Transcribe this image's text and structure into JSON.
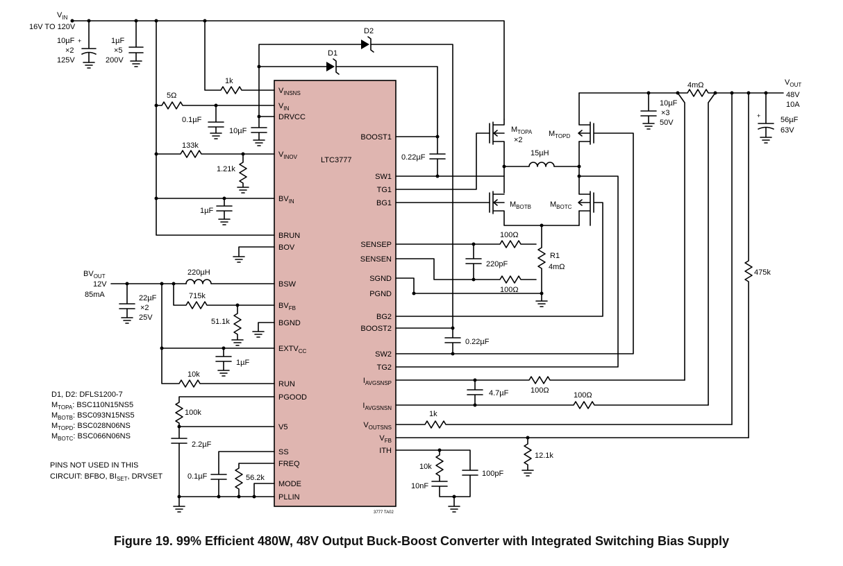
{
  "chip": {
    "name": "LTC3777",
    "fill": "#dfb5b0",
    "code": "3777 TA02"
  },
  "caption": "Figure 19. 99% Efficient 480W, 48V Output Buck-Boost Converter with Integrated Switching Bias Supply",
  "left_pins": [
    {
      "id": "vinsns",
      "main": "V",
      "sub": "INSNS"
    },
    {
      "id": "vin",
      "main": "V",
      "sub": "IN"
    },
    {
      "id": "drvcc",
      "main": "DRVCC",
      "sub": ""
    },
    {
      "id": "vinov",
      "main": "V",
      "sub": "INOV"
    },
    {
      "id": "bvin",
      "main": "BV",
      "sub": "IN"
    },
    {
      "id": "brun",
      "main": "BRUN",
      "sub": ""
    },
    {
      "id": "bov",
      "main": "BOV",
      "sub": ""
    },
    {
      "id": "bsw",
      "main": "BSW",
      "sub": ""
    },
    {
      "id": "bvfb",
      "main": "BV",
      "sub": "FB"
    },
    {
      "id": "bgnd",
      "main": "BGND",
      "sub": ""
    },
    {
      "id": "extvcc",
      "main": "EXTV",
      "sub": "CC"
    },
    {
      "id": "run",
      "main": "RUN",
      "sub": ""
    },
    {
      "id": "pgood",
      "main": "PGOOD",
      "sub": ""
    },
    {
      "id": "v5",
      "main": "V5",
      "sub": ""
    },
    {
      "id": "ss",
      "main": "SS",
      "sub": ""
    },
    {
      "id": "freq",
      "main": "FREQ",
      "sub": ""
    },
    {
      "id": "mode",
      "main": "MODE",
      "sub": ""
    },
    {
      "id": "pllin",
      "main": "PLLIN",
      "sub": ""
    }
  ],
  "right_pins": [
    {
      "id": "boost1",
      "main": "BOOST1",
      "sub": ""
    },
    {
      "id": "sw1",
      "main": "SW1",
      "sub": ""
    },
    {
      "id": "tg1",
      "main": "TG1",
      "sub": ""
    },
    {
      "id": "bg1",
      "main": "BG1",
      "sub": ""
    },
    {
      "id": "sensep",
      "main": "SENSEP",
      "sub": ""
    },
    {
      "id": "sensen",
      "main": "SENSEN",
      "sub": ""
    },
    {
      "id": "sgnd",
      "main": "SGND",
      "sub": ""
    },
    {
      "id": "pgnd",
      "main": "PGND",
      "sub": ""
    },
    {
      "id": "bg2",
      "main": "BG2",
      "sub": ""
    },
    {
      "id": "boost2",
      "main": "BOOST2",
      "sub": ""
    },
    {
      "id": "sw2",
      "main": "SW2",
      "sub": ""
    },
    {
      "id": "tg2",
      "main": "TG2",
      "sub": ""
    },
    {
      "id": "iavgsnsp",
      "main": "I",
      "sub": "AVGSNSP"
    },
    {
      "id": "iavgsnsn",
      "main": "I",
      "sub": "AVGSNSN"
    },
    {
      "id": "voutsns",
      "main": "V",
      "sub": "OUTSNS"
    },
    {
      "id": "vfb",
      "main": "V",
      "sub": "FB"
    },
    {
      "id": "ith",
      "main": "ITH",
      "sub": ""
    }
  ],
  "labels": {
    "vin_title_main": "V",
    "vin_title_sub": "IN",
    "vin_range": "16V TO 120V",
    "c_in1_a": "10µF",
    "c_in1_b": "×2",
    "c_in1_c": "125V",
    "c_in2_a": "1µF",
    "c_in2_b": "×5",
    "c_in2_c": "200V",
    "r_1k_vinsns": "1k",
    "r_5ohm": "5Ω",
    "c_01u": "0.1µF",
    "c_10u_drvcc": "10µF",
    "r_133k": "133k",
    "r_121k": "1.21k",
    "c_1u_bvin": "1µF",
    "d1": "D1",
    "d2": "D2",
    "c_022_boost1": "0.22µF",
    "c_022_boost2": "0.22µF",
    "bvout_main": "BV",
    "bvout_sub": "OUT",
    "bvout_v": "12V",
    "bvout_i": "85mA",
    "l_220u": "220µH",
    "r_715k": "715k",
    "r_511k": "51.1k",
    "c_22u_a": "22µF",
    "c_22u_b": "×2",
    "c_22u_c": "25V",
    "c_1u_extvcc": "1µF",
    "r_10k_run": "10k",
    "r_100k": "100k",
    "c_22u_v5": "2.2µF",
    "c_01u_ss": "0.1µF",
    "r_562k": "56.2k",
    "mtopa_main": "M",
    "mtopa_sub": "TOPA",
    "mtopa_x2": "×2",
    "mtopd_main": "M",
    "mtopd_sub": "TOPD",
    "mbotb_main": "M",
    "mbotb_sub": "BOTB",
    "mbotc_main": "M",
    "mbotc_sub": "BOTC",
    "l_15u": "15µH",
    "r1": "R1",
    "r1_val": "4mΩ",
    "r_100ohm_a": "100Ω",
    "r_100ohm_b": "100Ω",
    "c_220p": "220pF",
    "r_4m_out": "4mΩ",
    "c_out1_a": "10µF",
    "c_out1_b": "×3",
    "c_out1_c": "50V",
    "c_out2_a": "56µF",
    "c_out2_b": "63V",
    "vout_main": "V",
    "vout_sub": "OUT",
    "vout_v": "48V",
    "vout_i": "10A",
    "r_475k": "475k",
    "c_47u": "4.7µF",
    "r_100ohm_c": "100Ω",
    "r_100ohm_d": "100Ω",
    "r_1k_vout": "1k",
    "r_121k_fb": "12.1k",
    "r_10k_ith": "10k",
    "c_10n": "10nF",
    "c_100p": "100pF"
  },
  "parts_list": [
    {
      "main": "D1, D2: DFLS1200-7",
      "sub": "",
      "rest": ""
    },
    {
      "main": "M",
      "sub": "TOPA",
      "rest": ": BSC110N15NS5"
    },
    {
      "main": "M",
      "sub": "BOTB",
      "rest": ": BSC093N15NS5"
    },
    {
      "main": "M",
      "sub": "TOPD",
      "rest": ": BSC028N06NS"
    },
    {
      "main": "M",
      "sub": "BOTC",
      "rest": ": BSC066N06NS"
    }
  ],
  "unused_pins": {
    "line1": "PINS NOT USED IN THIS",
    "line2_a": "CIRCUIT: BFBO, BI",
    "line2_sub": "SET",
    "line2_b": ", DRVSET"
  }
}
